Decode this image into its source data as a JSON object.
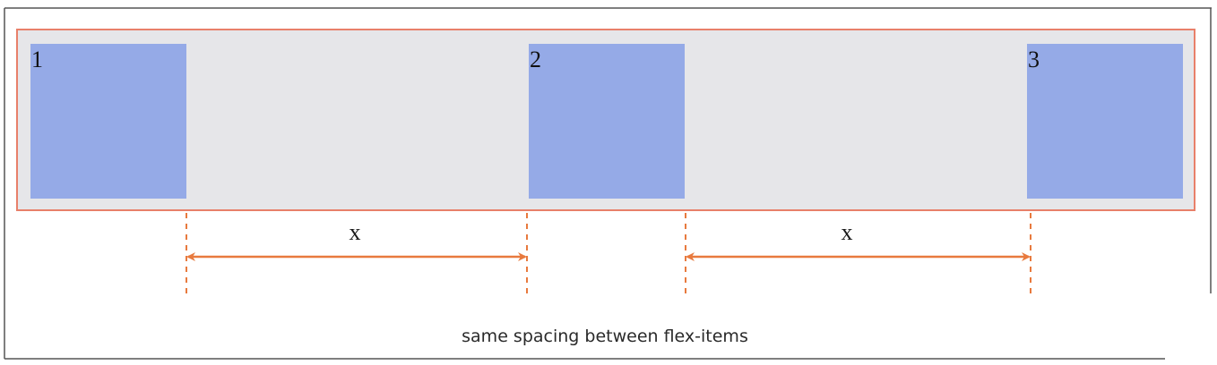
{
  "diagram": {
    "items": [
      {
        "label": "1"
      },
      {
        "label": "2"
      },
      {
        "label": "3"
      }
    ],
    "spacing_labels": [
      "x",
      "x"
    ],
    "caption": "same spacing between flex-items",
    "colors": {
      "container_background": "#e6e6e9",
      "container_border": "#e8806a",
      "item_fill": "#95aae7",
      "arrow": "#e87a3e",
      "frame_border": "#555555"
    }
  }
}
